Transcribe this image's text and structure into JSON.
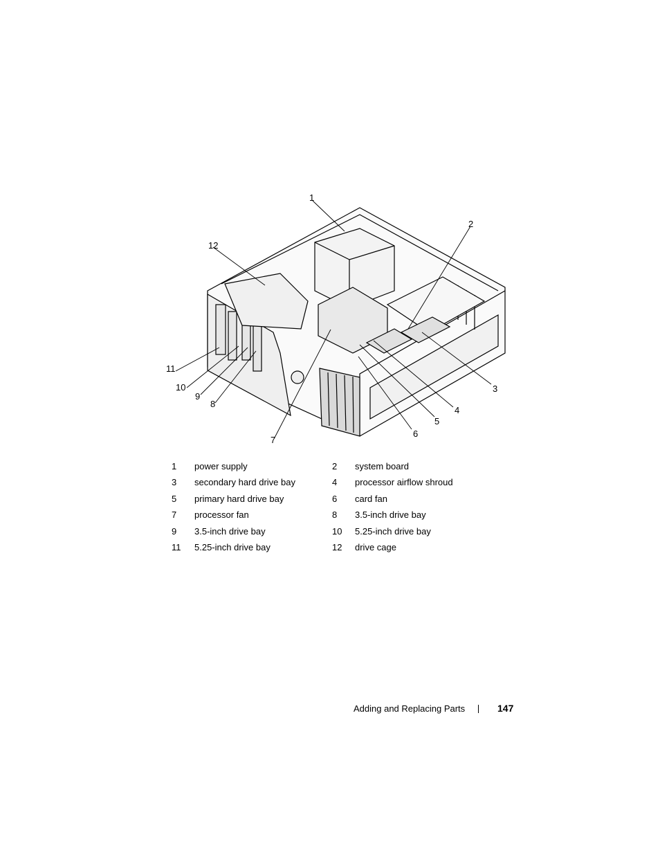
{
  "figure": {
    "callouts": [
      "1",
      "2",
      "3",
      "4",
      "5",
      "6",
      "7",
      "8",
      "9",
      "10",
      "11",
      "12"
    ]
  },
  "legend": [
    {
      "num": "1",
      "label": "power supply",
      "num2": "2",
      "label2": "system board"
    },
    {
      "num": "3",
      "label": "secondary hard drive bay",
      "num2": "4",
      "label2": "processor airflow shroud"
    },
    {
      "num": "5",
      "label": "primary hard drive bay",
      "num2": "6",
      "label2": "card fan"
    },
    {
      "num": "7",
      "label": "processor fan",
      "num2": "8",
      "label2": "3.5-inch drive bay"
    },
    {
      "num": "9",
      "label": "3.5-inch drive bay",
      "num2": "10",
      "label2": "5.25-inch drive bay"
    },
    {
      "num": "11",
      "label": "5.25-inch drive bay",
      "num2": "12",
      "label2": "drive cage"
    }
  ],
  "footer": {
    "section_title": "Adding and Replacing Parts",
    "page_number": "147"
  }
}
